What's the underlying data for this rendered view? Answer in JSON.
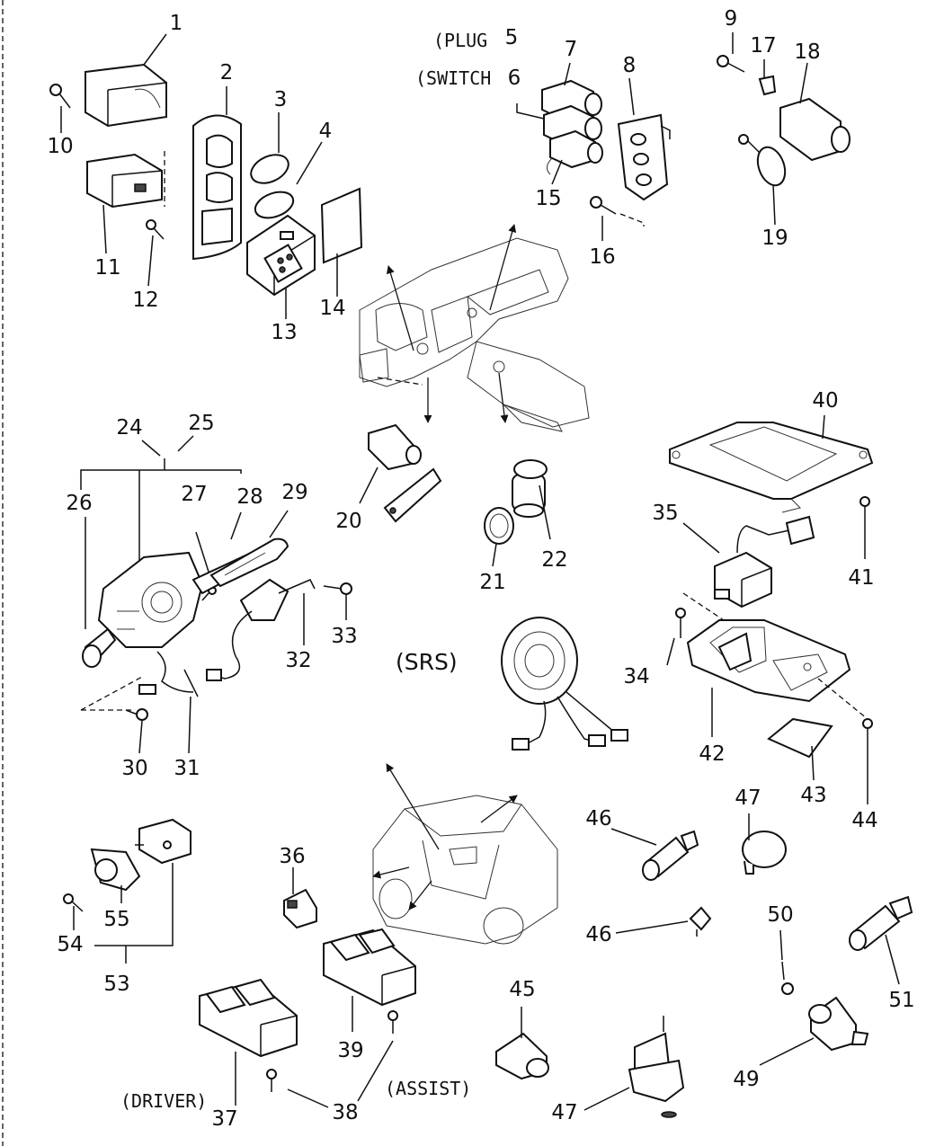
{
  "notes": {
    "plug": "(PLUG",
    "switch": "(SWITCH",
    "srs": "(SRS)",
    "driver": "(DRIVER)",
    "assist": "(ASSIST)"
  },
  "labels": [
    "1",
    "2",
    "3",
    "4",
    "5",
    "6",
    "7",
    "8",
    "9",
    "10",
    "11",
    "12",
    "13",
    "14",
    "15",
    "16",
    "17",
    "18",
    "19",
    "20",
    "21",
    "22",
    "24",
    "25",
    "26",
    "27",
    "28",
    "29",
    "30",
    "31",
    "32",
    "33",
    "34",
    "35",
    "36",
    "37",
    "38",
    "39",
    "40",
    "41",
    "42",
    "43",
    "44",
    "45",
    "46",
    "46",
    "47",
    "47",
    "49",
    "50",
    "51",
    "53",
    "54",
    "55"
  ]
}
